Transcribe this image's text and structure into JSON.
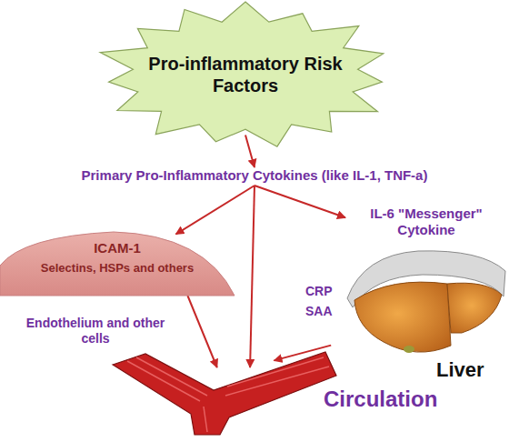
{
  "diagram": {
    "nodes": [
      {
        "text": [
          "Pro-inflammatory Risk Factors"
        ]
      },
      {
        "text": [
          "Primary Pro-Inflammatory Cytokines (like IL-1, TNF-a)"
        ]
      },
      {
        "text": [
          "ICAM-1",
          "Selectins, HSPs and others",
          "Endothelium and other cells"
        ]
      },
      {
        "text": [
          "IL-6 \"Messenger\" Cytokine"
        ]
      },
      {
        "text": [
          "CRP",
          "SAA",
          "Liver"
        ]
      },
      {
        "text": [
          "Circulation"
        ]
      }
    ],
    "edges": [
      {
        "from": 0,
        "to": 1,
        "arrow": "to"
      },
      {
        "from": 1,
        "to": 2,
        "arrow": "to"
      },
      {
        "from": 1,
        "to": 5,
        "arrow": "to"
      },
      {
        "from": 1,
        "to": 3,
        "arrow": "to"
      },
      {
        "from": 2,
        "to": 5,
        "arrow": "to"
      },
      {
        "from": 4,
        "to": 5,
        "arrow": "to"
      }
    ]
  }
}
